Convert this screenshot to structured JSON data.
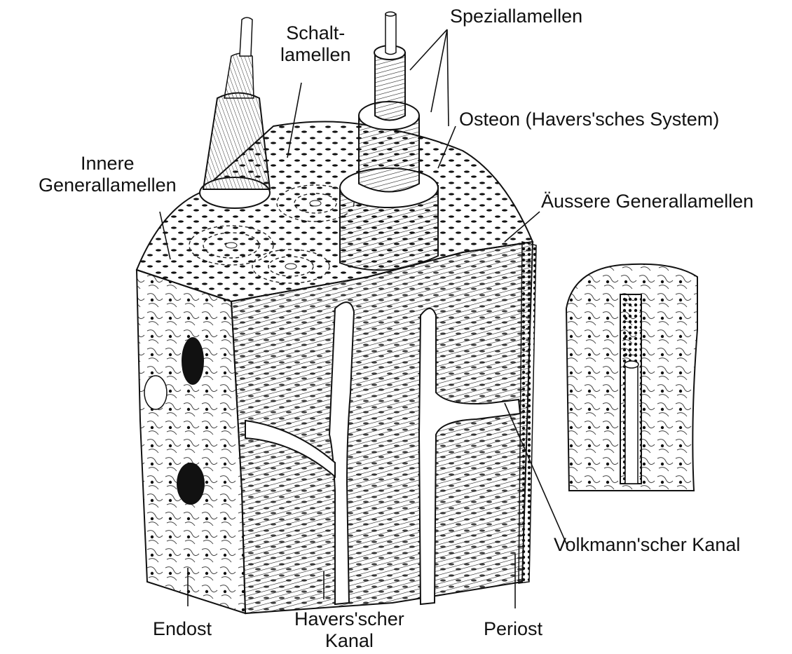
{
  "labels": {
    "schalt_line1": "Schalt-",
    "schalt_line2": "lamellen",
    "spezial": "Speziallamellen",
    "osteon": "Osteon (Havers'sches System)",
    "innere_line1": "Innere",
    "innere_line2": "Generallamellen",
    "aeussere": "Äussere Generallamellen",
    "volkmann": "Volkmann'scher Kanal",
    "endost": "Endost",
    "havers_line1": "Havers'scher",
    "havers_line2": "Kanal",
    "periost": "Periost"
  },
  "colors": {
    "ink": "#111111",
    "paper": "#ffffff",
    "bone_shade": "#d9d9d9",
    "cavity": "#1a1a1a"
  }
}
